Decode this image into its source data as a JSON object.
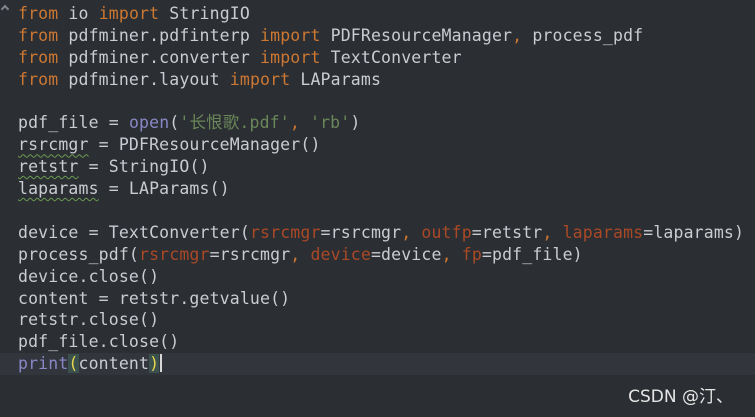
{
  "watermark": "CSDN @汀、",
  "colors": {
    "background": "#2b2e33",
    "keyword": "#cc7832",
    "string": "#6a8759",
    "builtin": "#8888c6",
    "parameter": "#aa4926",
    "text": "#c9ccd1"
  },
  "editor": {
    "lines": [
      {
        "tokens": [
          {
            "t": "from",
            "k": "kw"
          },
          {
            "t": " io "
          },
          {
            "t": "import",
            "k": "kw"
          },
          {
            "t": " StringIO"
          }
        ]
      },
      {
        "tokens": [
          {
            "t": "from",
            "k": "kw"
          },
          {
            "t": " pdfminer.pdfinterp "
          },
          {
            "t": "import",
            "k": "kw"
          },
          {
            "t": " PDFResourceManager"
          },
          {
            "t": ",",
            "k": "kw"
          },
          {
            "t": " process_pdf"
          }
        ]
      },
      {
        "tokens": [
          {
            "t": "from",
            "k": "kw"
          },
          {
            "t": " pdfminer.converter "
          },
          {
            "t": "import",
            "k": "kw"
          },
          {
            "t": " TextConverter"
          }
        ]
      },
      {
        "tokens": [
          {
            "t": "from",
            "k": "kw"
          },
          {
            "t": " pdfminer.layout "
          },
          {
            "t": "import",
            "k": "kw"
          },
          {
            "t": " LAParams"
          }
        ]
      },
      {
        "tokens": []
      },
      {
        "tokens": [
          {
            "t": "pdf_file = "
          },
          {
            "t": "open",
            "k": "builtin"
          },
          {
            "t": "("
          },
          {
            "t": "'长恨歌.pdf'",
            "k": "str"
          },
          {
            "t": ", ",
            "k": "kw"
          },
          {
            "t": "'rb'",
            "k": "str"
          },
          {
            "t": ")"
          }
        ]
      },
      {
        "tokens": [
          {
            "t": "rsrcmgr",
            "k": "typo"
          },
          {
            "t": " = PDFResourceManager()"
          }
        ]
      },
      {
        "tokens": [
          {
            "t": "retstr",
            "k": "typo"
          },
          {
            "t": " = StringIO()"
          }
        ]
      },
      {
        "tokens": [
          {
            "t": "laparams",
            "k": "typo"
          },
          {
            "t": " = LAParams()"
          }
        ]
      },
      {
        "tokens": []
      },
      {
        "tokens": [
          {
            "t": "device = TextConverter("
          },
          {
            "t": "rsrcmgr",
            "k": "param"
          },
          {
            "t": "=rsrcmgr"
          },
          {
            "t": ", ",
            "k": "kw"
          },
          {
            "t": "outfp",
            "k": "param"
          },
          {
            "t": "=retstr"
          },
          {
            "t": ", ",
            "k": "kw"
          },
          {
            "t": "laparams",
            "k": "param"
          },
          {
            "t": "=laparams)"
          }
        ]
      },
      {
        "tokens": [
          {
            "t": "process_pdf("
          },
          {
            "t": "rsrcmgr",
            "k": "param"
          },
          {
            "t": "=rsrcmgr"
          },
          {
            "t": ", ",
            "k": "kw"
          },
          {
            "t": "device",
            "k": "param"
          },
          {
            "t": "=device"
          },
          {
            "t": ", ",
            "k": "kw"
          },
          {
            "t": "fp",
            "k": "param"
          },
          {
            "t": "=pdf_file)"
          }
        ]
      },
      {
        "tokens": [
          {
            "t": "device.close()"
          }
        ]
      },
      {
        "tokens": [
          {
            "t": "content = retstr.getvalue()"
          }
        ]
      },
      {
        "tokens": [
          {
            "t": "retstr.close()"
          }
        ]
      },
      {
        "tokens": [
          {
            "t": "pdf_file.close()"
          }
        ]
      },
      {
        "current": true,
        "caret": true,
        "tokens": [
          {
            "t": "print",
            "k": "builtin"
          },
          {
            "t": "(",
            "k": "bracket"
          },
          {
            "t": "content"
          },
          {
            "t": ")",
            "k": "bracket"
          }
        ]
      }
    ]
  }
}
